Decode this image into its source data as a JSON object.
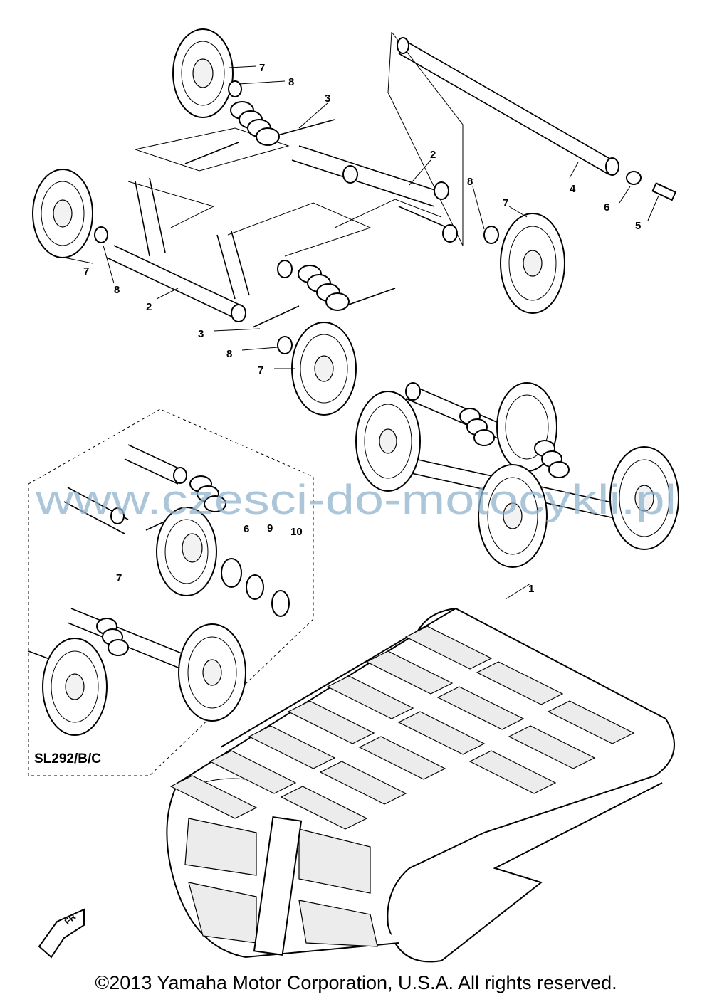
{
  "callouts": {
    "c1": "1",
    "c2a": "2",
    "c2b": "2",
    "c3a": "3",
    "c3b": "3",
    "c4": "4",
    "c5": "5",
    "c6a": "6",
    "c6b": "6",
    "c7a": "7",
    "c7b": "7",
    "c7c": "7",
    "c7d": "7",
    "c7e": "7",
    "c8a": "8",
    "c8b": "8",
    "c8c": "8",
    "c8d": "8",
    "c9": "9",
    "c10": "10"
  },
  "variant_label": "SL292/B/C",
  "fr_label": "FR",
  "watermark": "www.czesci-do-motocykli.pl",
  "copyright": "©2013 Yamaha Motor Corporation, U.S.A. All rights reserved."
}
